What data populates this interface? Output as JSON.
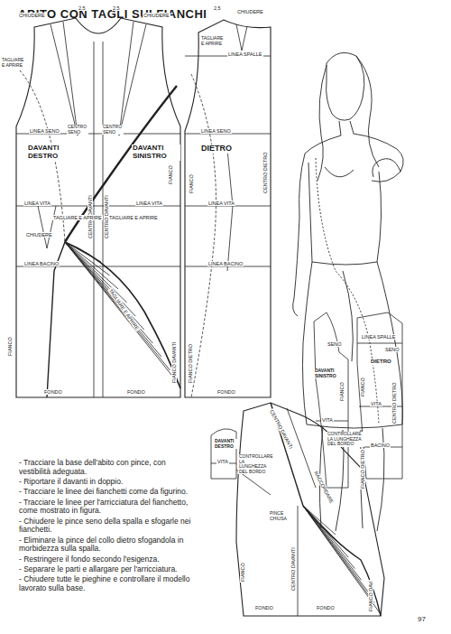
{
  "diagram": {
    "title": "ABITO CON TAGLI SUI FIANCHI",
    "labels": [
      "CHIUDERE",
      "2,5",
      "2,5",
      "CHIUDERE",
      "TAGLIARE E APRIRE",
      "LINEA SENO",
      "CENTRO SENO",
      "CENTRO SENO",
      "DAVANTI DESTRO",
      "DAVANTI SINISTRO",
      "CENTRO DAVANTI",
      "CENTRO DAVANTI",
      "LINEA VITA",
      "TAGLIARE E APRIRE",
      "TAGLIARE E APRIRE",
      "LINEA VITA",
      "CHIUDERE",
      "LINEA BACINO",
      "TAGLIARE E APRIRE",
      "FIANCO",
      "FIANCO DAVANTI",
      "FIANCO DIETRO",
      "FONDO",
      "FONDO",
      "FIANCO",
      "2,5",
      "CHIUDERE",
      "TAGLIARE E APRIRE",
      "LINEA SPALLE",
      "LINEA SENO",
      "DIETRO",
      "CENTRO DIETRO",
      "FIANCO",
      "LINEA VITA",
      "LINEA BACINO",
      "FONDO",
      "LINEA SPALLE",
      "SENO",
      "FIANCO",
      "DAVANTI SINISTRO",
      "VITA",
      "DIETRO",
      "SENO",
      "CENTRO DIETRO",
      "FIANCO",
      "VITA",
      "BACINO",
      "FIANCO DIETRO",
      "DAVANTI DESTRO",
      "VITA",
      "CONTROLLARE LA LUNGHEZZA DEL BORDO",
      "CENTRO DAVANTI",
      "CONTROLLARE LA LUNGHEZZA DEL BORDO",
      "PINCE CHIUSA",
      "RACCORDARE",
      "FIANCO",
      "CENTRO DAVANTI",
      "FONDO",
      "FONDO",
      "FIANCO DAV.",
      "- Tracciare la base dell'abito con pince, con vestibilità adeguata.",
      "- Riportare il davanti in doppio.",
      "- Tracciare le linee dei fianchetti come da figurino.",
      "- Tracciare le linee per l'arricciatura del fianchetto, come mostrato in figura.",
      "- Chiudere le pince seno della spalla e sfogarle nei fianchetti.",
      "- Eliminare la pince del collo dietro sfogandola in morbidezza sulla spalla.",
      "- Restringere il fondo secondo l'esigenza.",
      "- Separare le parti e allargare per l'arricciatura.",
      "- Chiudere tutte le pieghine e controllare il modello lavorato sulla base.",
      "97"
    ]
  }
}
